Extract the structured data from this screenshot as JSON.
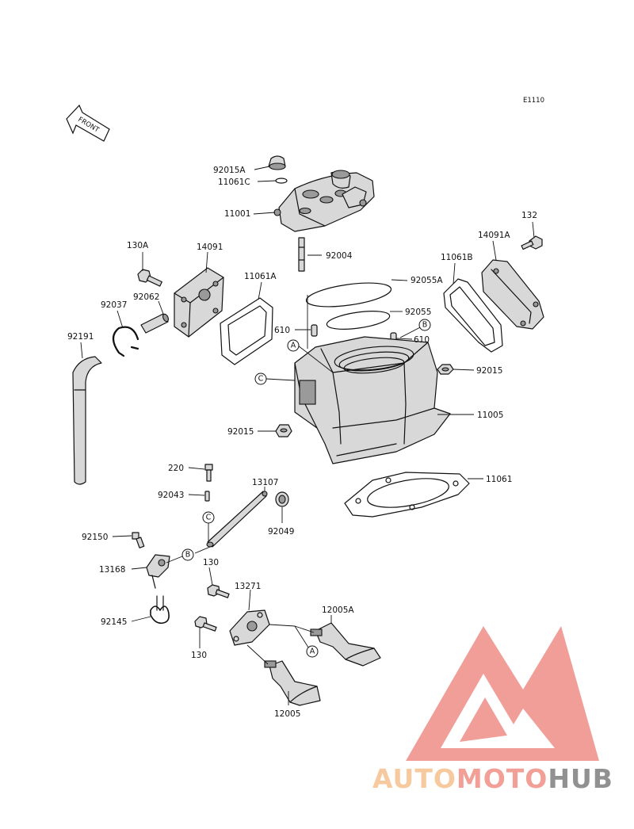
{
  "diagram_code": "E1110",
  "front_label": "FRONT",
  "watermark": {
    "parts": [
      {
        "text": "AUTO",
        "color": "#f7c79a"
      },
      {
        "text": "MOTO",
        "color": "#f29a92"
      },
      {
        "text": "HUB",
        "color": "#8c8c8c"
      }
    ],
    "logo_color": "#ef8e88"
  },
  "part_labels": [
    {
      "id": "92015A",
      "text": "92015A"
    },
    {
      "id": "11061C",
      "text": "11061C"
    },
    {
      "id": "11001",
      "text": "11001"
    },
    {
      "id": "132",
      "text": "132"
    },
    {
      "id": "14091A",
      "text": "14091A"
    },
    {
      "id": "130A",
      "text": "130A"
    },
    {
      "id": "14091",
      "text": "14091"
    },
    {
      "id": "11061A",
      "text": "11061A"
    },
    {
      "id": "92004",
      "text": "92004"
    },
    {
      "id": "11061B",
      "text": "11061B"
    },
    {
      "id": "92037",
      "text": "92037"
    },
    {
      "id": "92062",
      "text": "92062"
    },
    {
      "id": "92055A",
      "text": "92055A"
    },
    {
      "id": "92055",
      "text": "92055"
    },
    {
      "id": "92191",
      "text": "92191"
    },
    {
      "id": "610a",
      "text": "610"
    },
    {
      "id": "610b",
      "text": "610"
    },
    {
      "id": "92015a",
      "text": "92015"
    },
    {
      "id": "11005",
      "text": "11005"
    },
    {
      "id": "92015b",
      "text": "92015"
    },
    {
      "id": "220",
      "text": "220"
    },
    {
      "id": "13107",
      "text": "13107"
    },
    {
      "id": "11061",
      "text": "11061"
    },
    {
      "id": "92043",
      "text": "92043"
    },
    {
      "id": "92049",
      "text": "92049"
    },
    {
      "id": "92150",
      "text": "92150"
    },
    {
      "id": "13168",
      "text": "13168"
    },
    {
      "id": "130a",
      "text": "130"
    },
    {
      "id": "13271",
      "text": "13271"
    },
    {
      "id": "12005A",
      "text": "12005A"
    },
    {
      "id": "92145",
      "text": "92145"
    },
    {
      "id": "130b",
      "text": "130"
    },
    {
      "id": "12005",
      "text": "12005"
    }
  ],
  "reference_markers": [
    {
      "id": "A1",
      "text": "A"
    },
    {
      "id": "B1",
      "text": "B"
    },
    {
      "id": "C1",
      "text": "C"
    },
    {
      "id": "C2",
      "text": "C"
    },
    {
      "id": "B2",
      "text": "B"
    },
    {
      "id": "A2",
      "text": "A"
    }
  ]
}
